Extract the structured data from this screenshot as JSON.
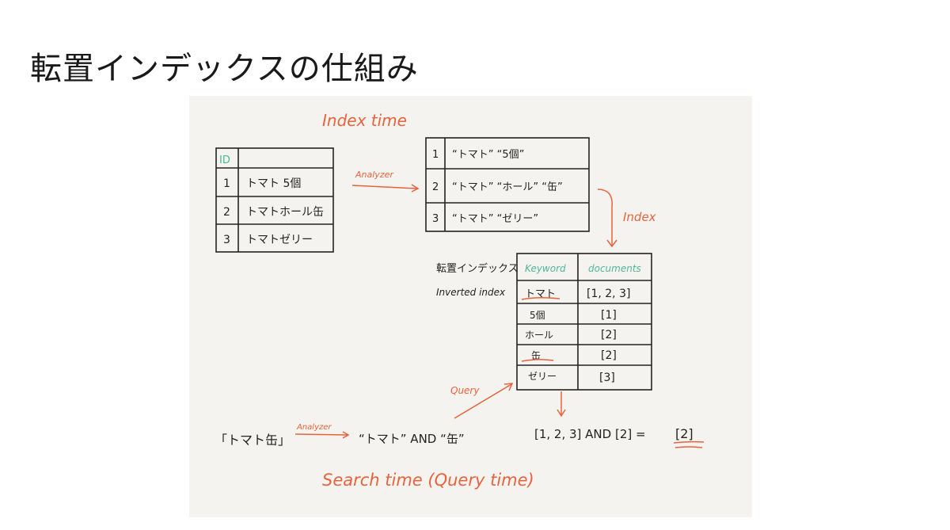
{
  "title": "転置インデックスの仕組み",
  "index_time_label": "Index time",
  "search_time_label": "Search time (Query time)",
  "documents_table": {
    "header_id": "ID",
    "rows": [
      {
        "id": "1",
        "text": "トマト 5個"
      },
      {
        "id": "2",
        "text": "トマトホール缶"
      },
      {
        "id": "3",
        "text": "トマトゼリー"
      }
    ]
  },
  "analyzer_label_1": "Analyzer",
  "analyzed_table": {
    "rows": [
      {
        "id": "1",
        "text": "“トマト” “5個”"
      },
      {
        "id": "2",
        "text": "“トマト” “ホール” “缶”"
      },
      {
        "id": "3",
        "text": "“トマト” “ゼリー”"
      }
    ]
  },
  "index_arrow_label": "Index",
  "inverted_index": {
    "label_jp": "転置インデックス",
    "label_en": "Inverted index",
    "header_keyword": "Keyword",
    "header_documents": "documents",
    "rows": [
      {
        "keyword": "トマト",
        "docs": "[1, 2, 3]"
      },
      {
        "keyword": "5個",
        "docs": "[1]"
      },
      {
        "keyword": "ホール",
        "docs": "[2]"
      },
      {
        "keyword": "缶",
        "docs": "[2]"
      },
      {
        "keyword": "ゼリー",
        "docs": "[3]"
      }
    ]
  },
  "query_label": "Query",
  "search_query": "「トマト缶」",
  "analyzer_label_2": "Analyzer",
  "analyzed_query": "“トマト” AND “缶”",
  "result_expression": "[1, 2, 3] AND [2] =",
  "result_value": "[2]"
}
